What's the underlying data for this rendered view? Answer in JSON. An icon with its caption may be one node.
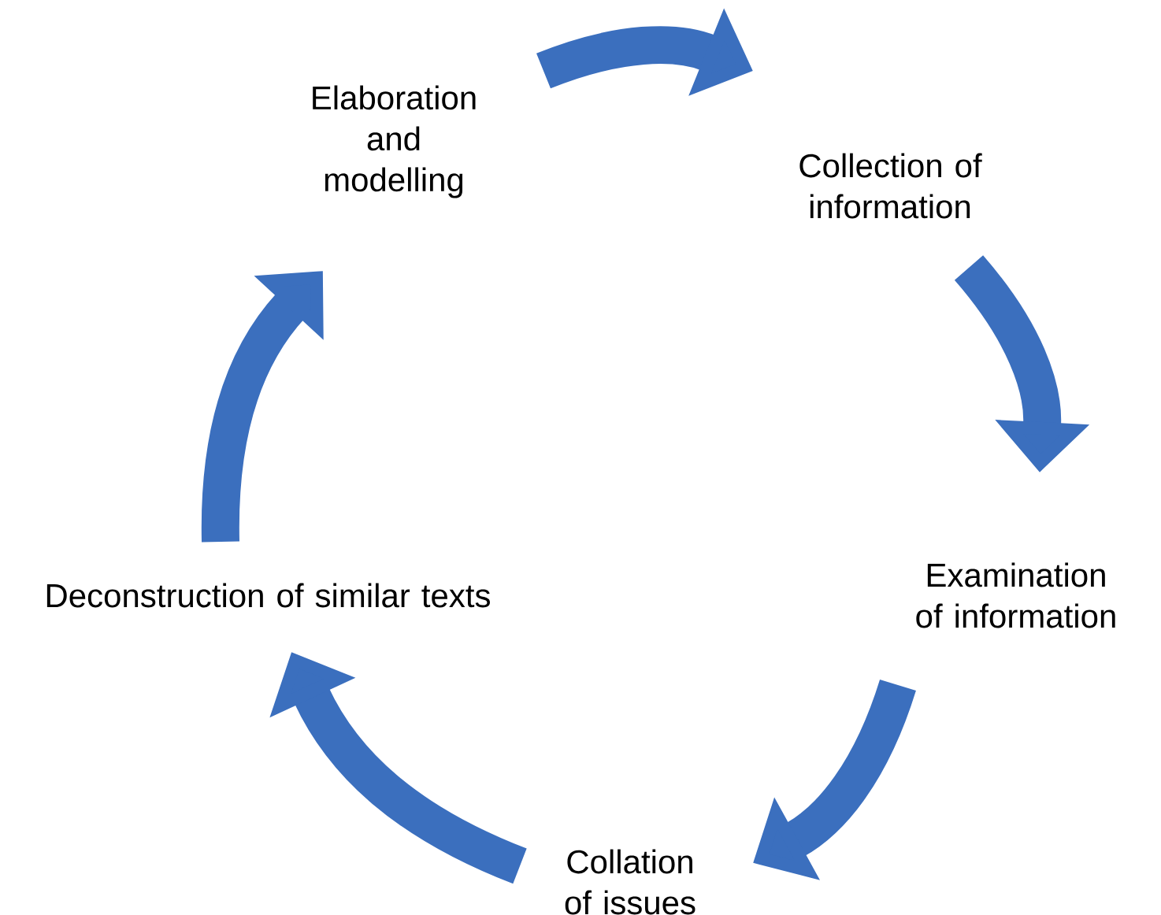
{
  "diagram": {
    "nodes": [
      {
        "text": [
          "Elaboration and modelling"
        ]
      },
      {
        "text": [
          "Collection of information"
        ]
      },
      {
        "text": [
          "Examination of information"
        ]
      },
      {
        "text": [
          "Collation of issues"
        ]
      },
      {
        "text": [
          "Deconstruction of similar texts"
        ]
      }
    ],
    "edges": [
      {
        "from": 0,
        "to": 1,
        "arrow": "to"
      },
      {
        "from": 1,
        "to": 2,
        "arrow": "to"
      },
      {
        "from": 2,
        "to": 3,
        "arrow": "to"
      },
      {
        "from": 3,
        "to": 4,
        "arrow": "to"
      },
      {
        "from": 4,
        "to": 0,
        "arrow": "to"
      }
    ]
  }
}
